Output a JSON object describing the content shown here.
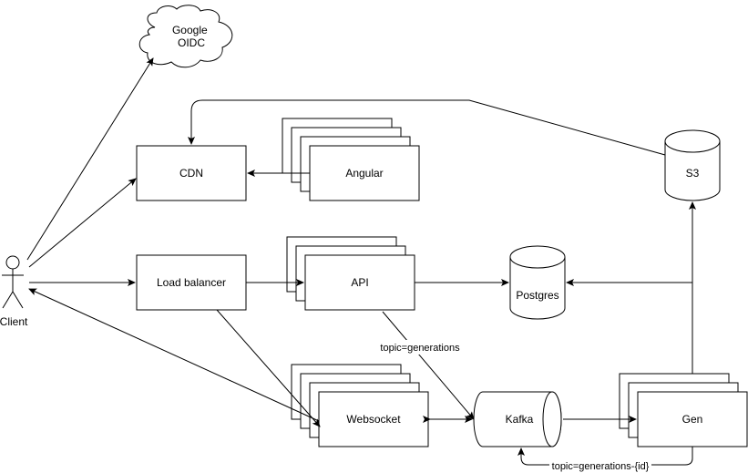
{
  "nodes": {
    "google": "Google\nOIDC",
    "cdn": "CDN",
    "angular": "Angular",
    "s3": "S3",
    "load_balancer": "Load balancer",
    "api": "API",
    "postgres": "Postgres",
    "websocket": "Websocket",
    "kafka": "Kafka",
    "gen": "Gen",
    "client": "Client"
  },
  "edge_labels": {
    "api_to_kafka": "topic=generations",
    "gen_to_kafka": "topic=generations-{id}"
  },
  "colors": {
    "stroke": "#000000",
    "fill": "#ffffff",
    "text": "#000000"
  }
}
